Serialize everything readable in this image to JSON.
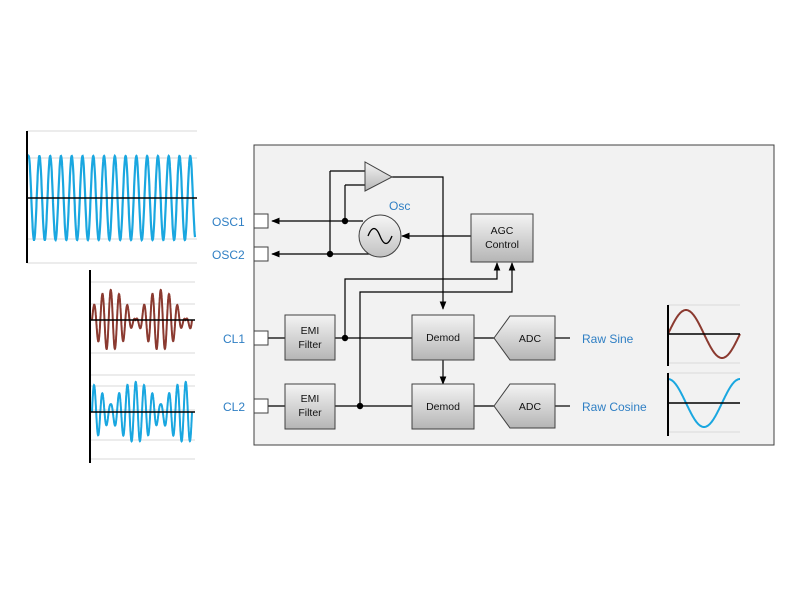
{
  "labels": {
    "osc_block": "Osc",
    "agc_line1": "AGC",
    "agc_line2": "Control",
    "emi_line1": "EMI",
    "emi_line2": "Filter",
    "demod": "Demod",
    "adc": "ADC"
  },
  "pins": {
    "osc1": "OSC1",
    "osc2": "OSC2",
    "cl1": "CL1",
    "cl2": "CL2"
  },
  "outputs": {
    "sine": "Raw Sine",
    "cosine": "Raw Cosine"
  },
  "colors": {
    "wave_blue": "#1aa7e0",
    "wave_red": "#8b3a30",
    "label_blue": "#2f7fc4",
    "block_fill_top": "#f2f2f2",
    "block_fill_bottom": "#b8b8b8",
    "panel_fill": "#f2f2f2",
    "grid": "#d9d9d9"
  }
}
